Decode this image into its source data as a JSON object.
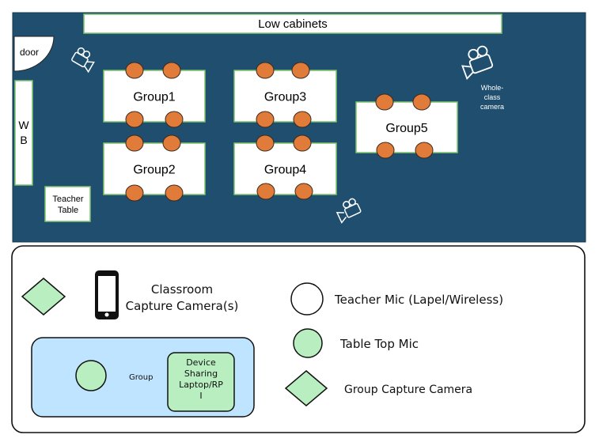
{
  "room": {
    "cabinets_label": "Low cabinets",
    "door_label": "door",
    "whiteboard_label": "W\nB",
    "teacher_table_label": "Teacher\nTable",
    "groups": [
      "Group1",
      "Group3",
      "Group5",
      "Group2",
      "Group4"
    ],
    "whole_class_camera_label": "Whole-\nclass\ncamera"
  },
  "legend": {
    "classroom_capture_label": "Classroom\nCapture Camera(s)",
    "teacher_mic_label": "Teacher Mic (Lapel/Wireless)",
    "table_top_mic_label": "Table Top Mic",
    "group_capture_camera_label": "Group Capture Camera",
    "group_label": "Group",
    "device_sharing_label": "Device\nSharing\nLaptop/RP\nI"
  },
  "colors": {
    "room_bg": "#1f4e6e",
    "seat": "#e07b39",
    "table_border": "#7cc36b",
    "legend_green": "#b9efc0",
    "group_blue": "#bfe4ff"
  }
}
